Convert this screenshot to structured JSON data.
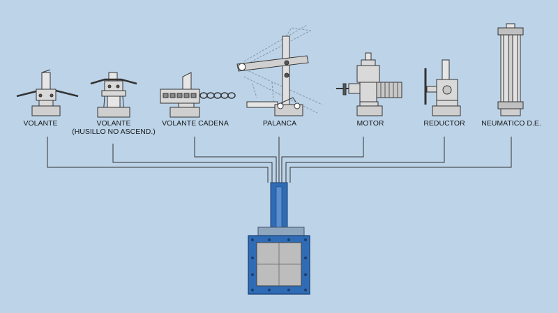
{
  "actuators": [
    {
      "id": "volante",
      "label": "VOLANTE",
      "sublabel": ""
    },
    {
      "id": "volante-husillo",
      "label": "VOLANTE",
      "sublabel": "(HUSILLO NO ASCEND.)"
    },
    {
      "id": "volante-cadena",
      "label": "VOLANTE CADENA",
      "sublabel": ""
    },
    {
      "id": "palanca",
      "label": "PALANCA",
      "sublabel": ""
    },
    {
      "id": "motor",
      "label": "MOTOR",
      "sublabel": ""
    },
    {
      "id": "reductor",
      "label": "REDUCTOR",
      "sublabel": ""
    },
    {
      "id": "neumatico",
      "label": "NEUMATICO D.E.",
      "sublabel": ""
    }
  ],
  "colors": {
    "background": "#bcd3e8",
    "line": "#333333",
    "machine_fill": "#d9d9d9",
    "machine_stroke": "#333333",
    "valve_blue": "#2f6cb5",
    "valve_plate": "#bdbdbd"
  }
}
